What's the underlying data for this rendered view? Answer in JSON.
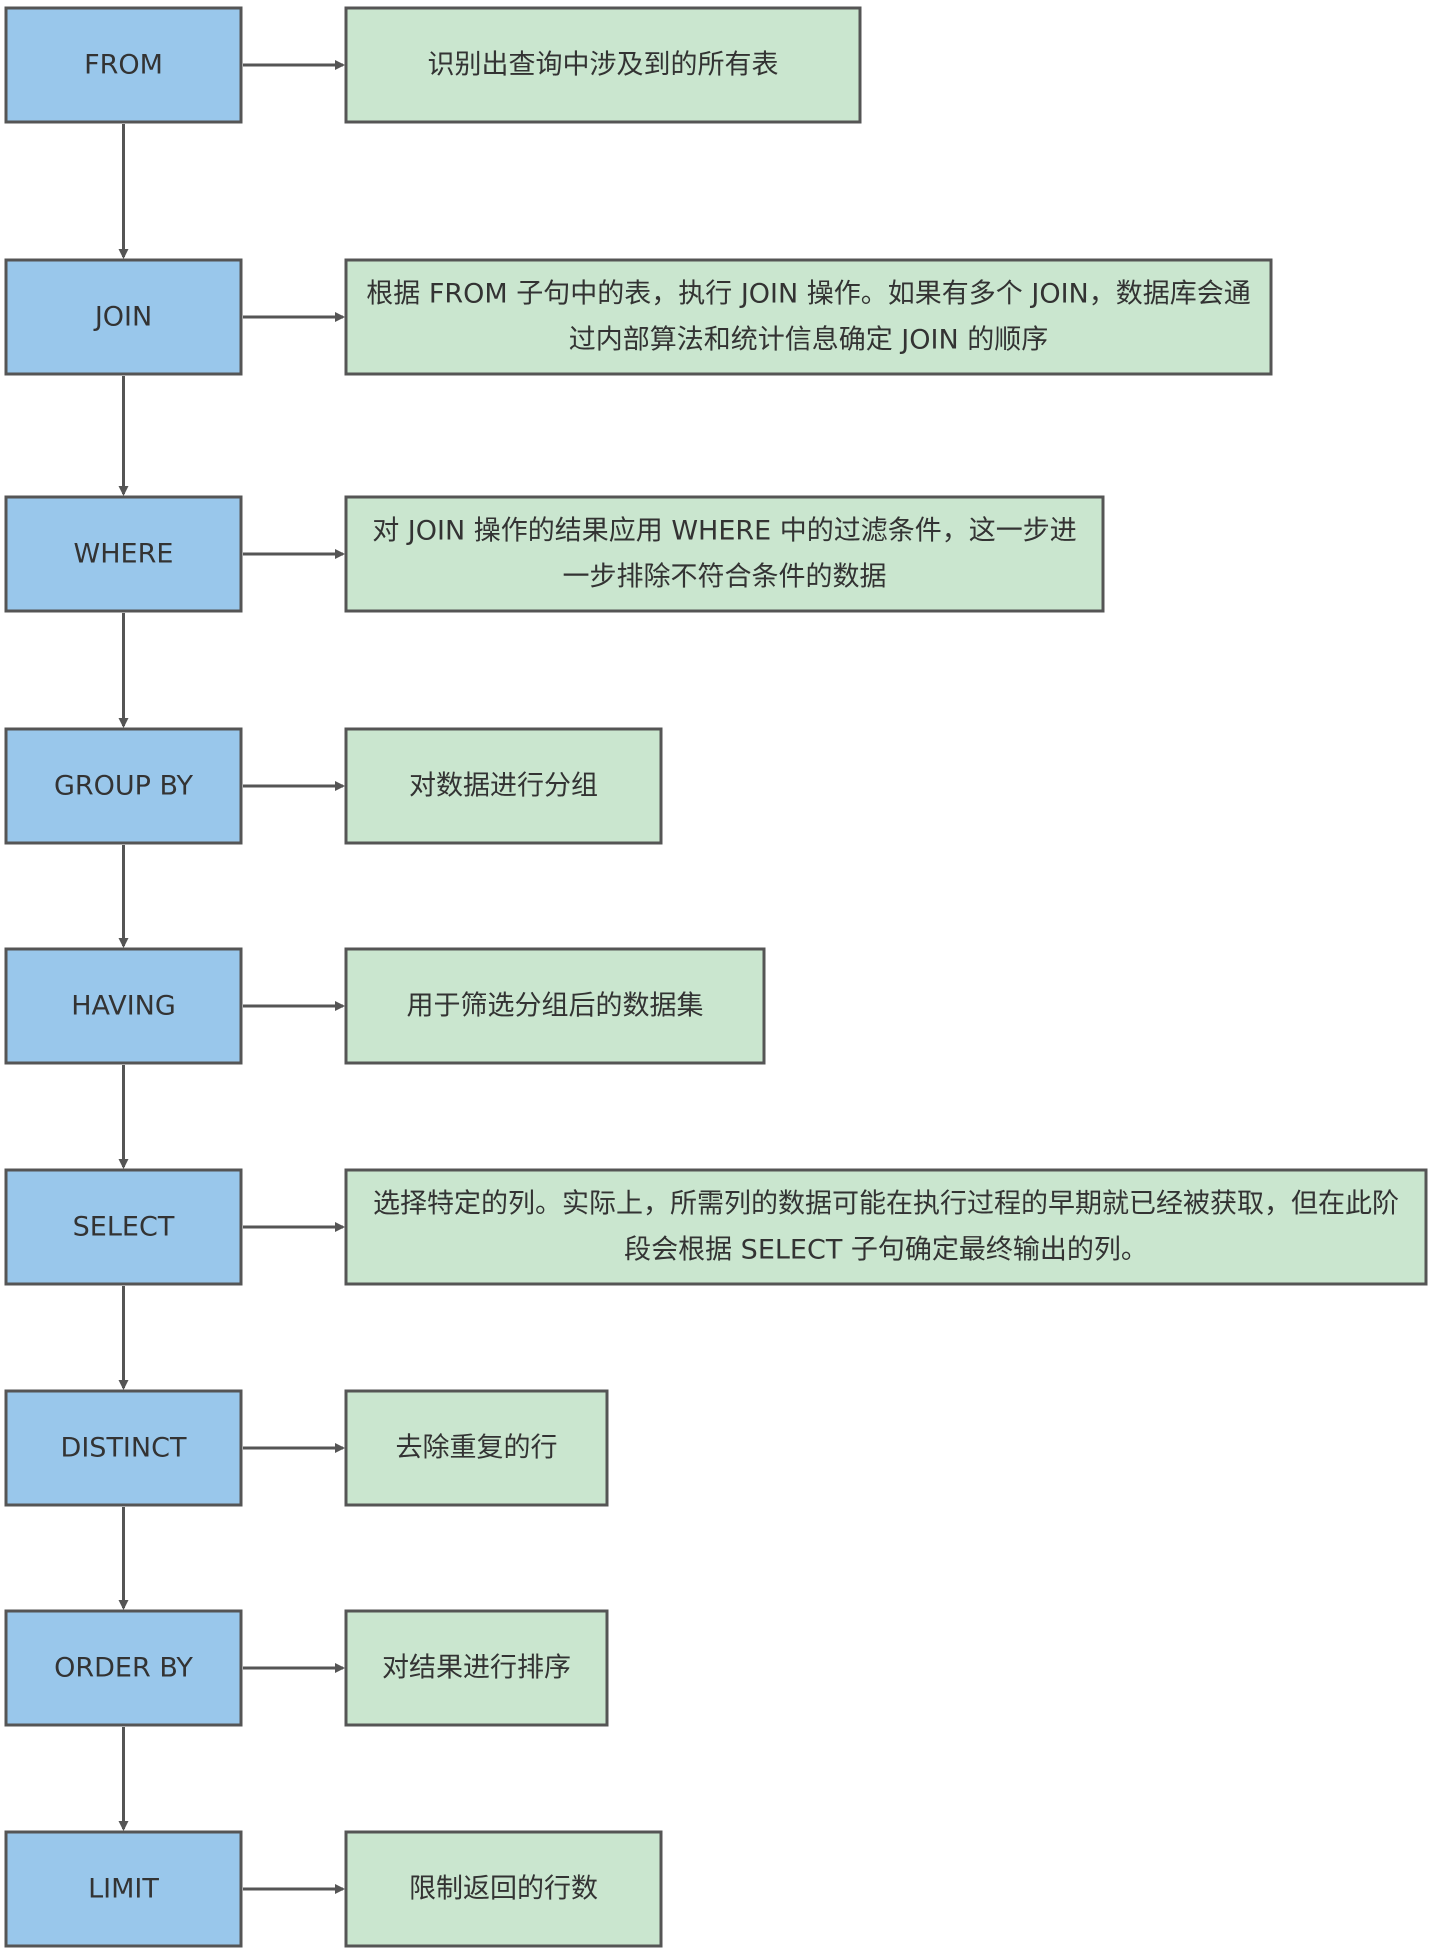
{
  "colors": {
    "stage_fill": "#99c7eb",
    "desc_fill": "#cae6cf",
    "border": "#555555",
    "arrow": "#555555",
    "text": "#333333"
  },
  "steps": [
    {
      "stage": "FROM",
      "description": [
        "识别出查询中涉及到的所有表"
      ]
    },
    {
      "stage": "JOIN",
      "description": [
        "根据 FROM 子句中的表，执行 JOIN 操作。如果有多个 JOIN，数据库会通",
        "过内部算法和统计信息确定 JOIN 的顺序"
      ]
    },
    {
      "stage": "WHERE",
      "description": [
        "对 JOIN 操作的结果应用 WHERE 中的过滤条件，这一步进",
        "一步排除不符合条件的数据"
      ]
    },
    {
      "stage": "GROUP BY",
      "description": [
        "对数据进行分组"
      ]
    },
    {
      "stage": "HAVING",
      "description": [
        "用于筛选分组后的数据集"
      ]
    },
    {
      "stage": "SELECT",
      "description": [
        "选择特定的列。实际上，所需列的数据可能在执行过程的早期就已经被获取，但在此阶",
        "段会根据 SELECT 子句确定最终输出的列。"
      ]
    },
    {
      "stage": "DISTINCT",
      "description": [
        "去除重复的行"
      ]
    },
    {
      "stage": "ORDER BY",
      "description": [
        "对结果进行排序"
      ]
    },
    {
      "stage": "LIMIT",
      "description": [
        "限制返回的行数"
      ]
    }
  ]
}
